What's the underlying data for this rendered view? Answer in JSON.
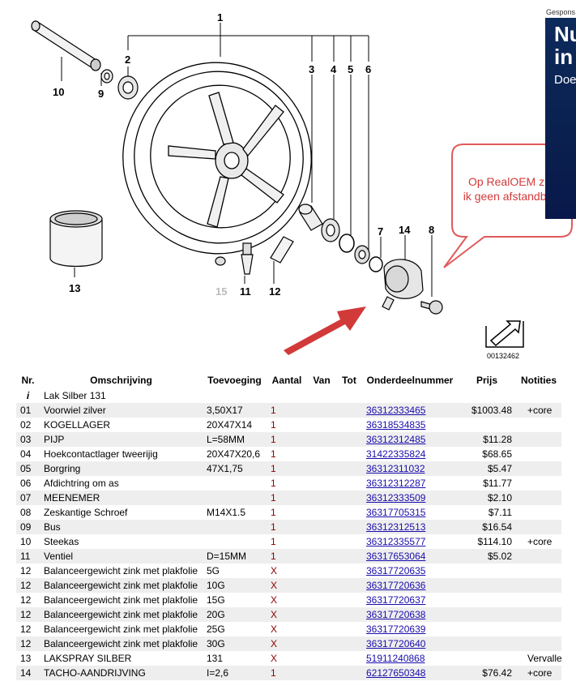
{
  "diagram": {
    "callouts": [
      "1",
      "2",
      "3",
      "4",
      "5",
      "6",
      "7",
      "8",
      "9",
      "10",
      "11",
      "12",
      "13",
      "14",
      "15"
    ],
    "ref_code": "00132462",
    "note": "Op RealOEM zie ik geen afstandbus",
    "note_lines": [
      "Op RealOEM zie",
      "ik geen afstandbus"
    ]
  },
  "ad": {
    "label": "Gespons",
    "line1": "Nu",
    "line2": "in",
    "line3": "Doe"
  },
  "table": {
    "headers": [
      "Nr.",
      "Omschrijving",
      "Toevoeging",
      "Aantal",
      "Van",
      "Tot",
      "Onderdeelnummer",
      "Prijs",
      "Notities"
    ],
    "info_row": {
      "nr": "i",
      "desc": "Lak Silber 131"
    },
    "rows": [
      {
        "nr": "01",
        "desc": "Voorwiel zilver",
        "extra": "3,50X17",
        "qty": "1",
        "van": "",
        "tot": "",
        "part": "36312333465",
        "price": "$1003.48",
        "note": "+core"
      },
      {
        "nr": "02",
        "desc": "KOGELLAGER",
        "extra": "20X47X14",
        "qty": "1",
        "van": "",
        "tot": "",
        "part": "36318534835",
        "price": "",
        "note": ""
      },
      {
        "nr": "03",
        "desc": "PIJP",
        "extra": "L=58MM",
        "qty": "1",
        "van": "",
        "tot": "",
        "part": "36312312485",
        "price": "$11.28",
        "note": ""
      },
      {
        "nr": "04",
        "desc": "Hoekcontactlager tweerijig",
        "extra": "20X47X20,6",
        "qty": "1",
        "van": "",
        "tot": "",
        "part": "31422335824",
        "price": "$68.65",
        "note": ""
      },
      {
        "nr": "05",
        "desc": "Borgring",
        "extra": "47X1,75",
        "qty": "1",
        "van": "",
        "tot": "",
        "part": "36312311032",
        "price": "$5.47",
        "note": ""
      },
      {
        "nr": "06",
        "desc": "Afdichtring om as",
        "extra": "",
        "qty": "1",
        "van": "",
        "tot": "",
        "part": "36312312287",
        "price": "$11.77",
        "note": ""
      },
      {
        "nr": "07",
        "desc": "MEENEMER",
        "extra": "",
        "qty": "1",
        "van": "",
        "tot": "",
        "part": "36312333509",
        "price": "$2.10",
        "note": ""
      },
      {
        "nr": "08",
        "desc": "Zeskantige Schroef",
        "extra": "M14X1.5",
        "qty": "1",
        "van": "",
        "tot": "",
        "part": "36317705315",
        "price": "$7.11",
        "note": ""
      },
      {
        "nr": "09",
        "desc": "Bus",
        "extra": "",
        "qty": "1",
        "van": "",
        "tot": "",
        "part": "36312312513",
        "price": "$16.54",
        "note": ""
      },
      {
        "nr": "10",
        "desc": "Steekas",
        "extra": "",
        "qty": "1",
        "van": "",
        "tot": "",
        "part": "36312335577",
        "price": "$114.10",
        "note": "+core"
      },
      {
        "nr": "11",
        "desc": "Ventiel",
        "extra": "D=15MM",
        "qty": "1",
        "van": "",
        "tot": "",
        "part": "36317653064",
        "price": "$5.02",
        "note": ""
      },
      {
        "nr": "12",
        "desc": "Balanceergewicht zink met plakfolie",
        "extra": "5G",
        "qty": "X",
        "van": "",
        "tot": "",
        "part": "36317720635",
        "price": "",
        "note": ""
      },
      {
        "nr": "12",
        "desc": "Balanceergewicht zink met plakfolie",
        "extra": "10G",
        "qty": "X",
        "van": "",
        "tot": "",
        "part": "36317720636",
        "price": "",
        "note": ""
      },
      {
        "nr": "12",
        "desc": "Balanceergewicht zink met plakfolie",
        "extra": "15G",
        "qty": "X",
        "van": "",
        "tot": "",
        "part": "36317720637",
        "price": "",
        "note": ""
      },
      {
        "nr": "12",
        "desc": "Balanceergewicht zink met plakfolie",
        "extra": "20G",
        "qty": "X",
        "van": "",
        "tot": "",
        "part": "36317720638",
        "price": "",
        "note": ""
      },
      {
        "nr": "12",
        "desc": "Balanceergewicht zink met plakfolie",
        "extra": "25G",
        "qty": "X",
        "van": "",
        "tot": "",
        "part": "36317720639",
        "price": "",
        "note": ""
      },
      {
        "nr": "12",
        "desc": "Balanceergewicht zink met plakfolie",
        "extra": "30G",
        "qty": "X",
        "van": "",
        "tot": "",
        "part": "36317720640",
        "price": "",
        "note": ""
      },
      {
        "nr": "13",
        "desc": "LAKSPRAY SILBER",
        "extra": "131",
        "qty": "X",
        "van": "",
        "tot": "",
        "part": "51911240868",
        "price": "",
        "note": "Vervallen"
      },
      {
        "nr": "14",
        "desc": "TACHO-AANDRIJVING",
        "extra": "I=2,6",
        "qty": "1",
        "van": "",
        "tot": "",
        "part": "62127650348",
        "price": "$76.42",
        "note": "+core"
      }
    ]
  },
  "colors": {
    "link": "#1a0dab",
    "qty": "#8b0000",
    "callout": "#d23a3a",
    "row_alt": "#eeeeee"
  }
}
